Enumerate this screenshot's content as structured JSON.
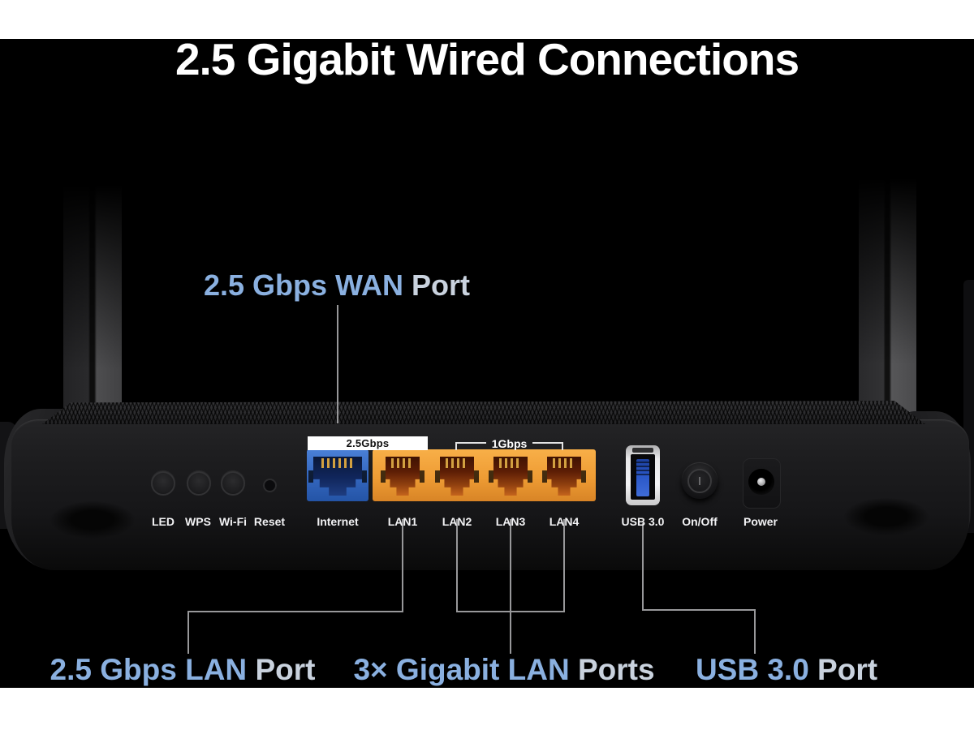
{
  "title": "2.5 Gigabit Wired Connections",
  "callouts": {
    "wan": {
      "main": "2.5 Gbps WAN",
      "suffix": " Port"
    },
    "lan25": {
      "main": "2.5 Gbps LAN",
      "suffix": " Port"
    },
    "gig": {
      "main": "3× Gigabit LAN",
      "suffix": " Ports"
    },
    "usb": {
      "main": "USB 3.0",
      "suffix": " Port"
    }
  },
  "port_tags": {
    "wan_speed": "2.5Gbps",
    "lan_speed": "1Gbps"
  },
  "panel_labels": [
    "LED",
    "WPS",
    "Wi-Fi",
    "Reset",
    "Internet",
    "LAN1",
    "LAN2",
    "LAN3",
    "LAN4",
    "USB 3.0",
    "On/Off",
    "Power"
  ],
  "colors": {
    "accent_blue": "#8AB0E0",
    "suffix_silver": "#C9D2DE",
    "title_white": "#FFFFFF",
    "line_gray": "#98989A",
    "wan_port_blue": "#3A72C8",
    "lan_port_orange": "#F0A238",
    "usb_tongue_blue": "#2A57C8"
  }
}
